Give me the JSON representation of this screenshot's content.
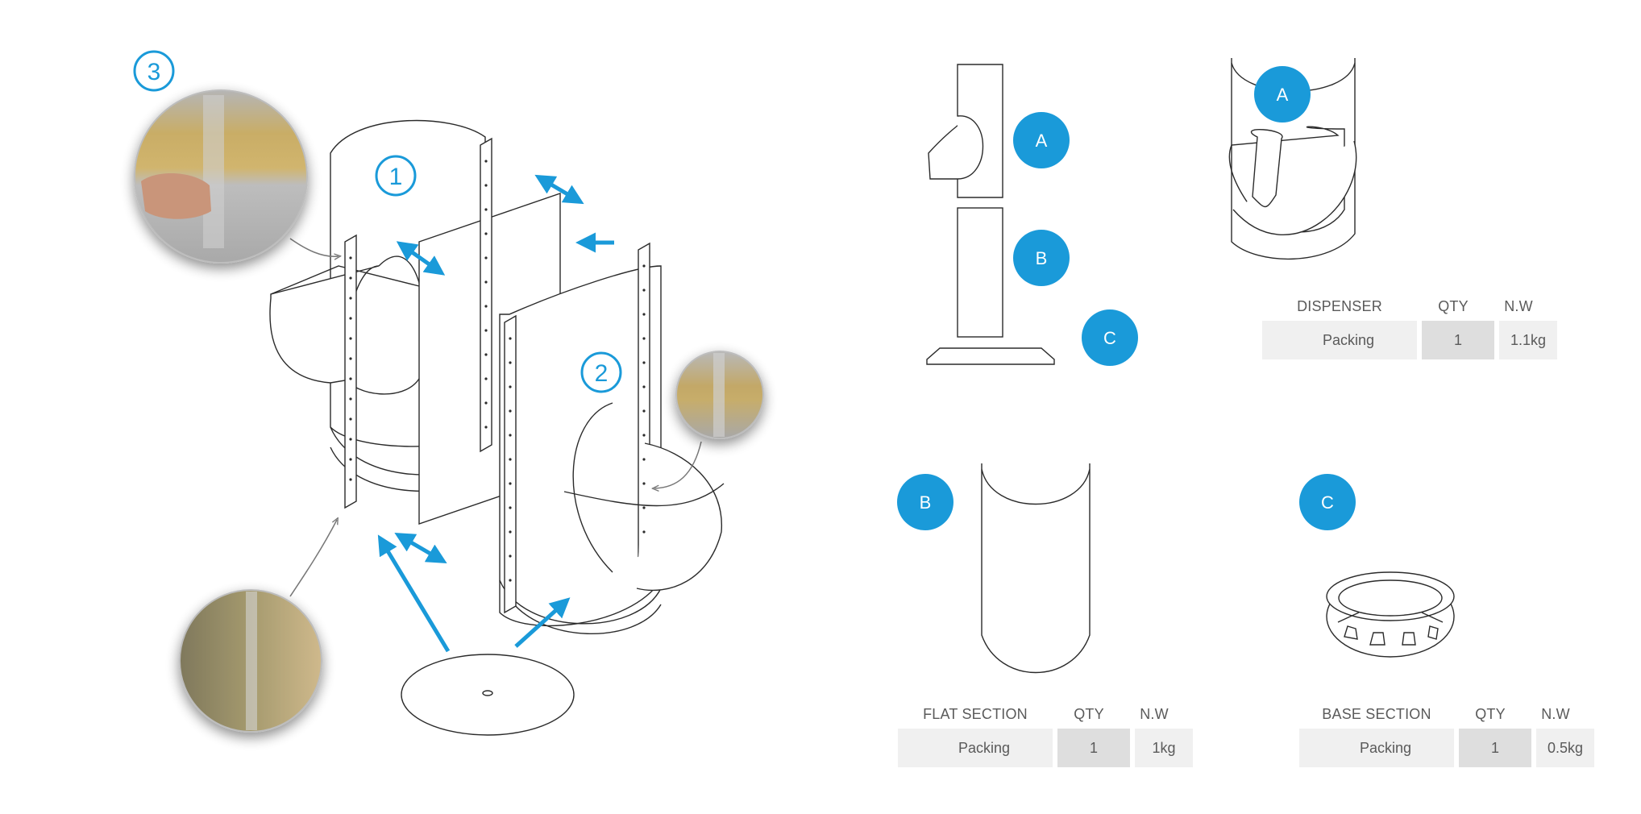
{
  "colors": {
    "accent": "#1a9ad9",
    "line": "#2b2b2b",
    "cell_light": "#f0f0f0",
    "cell_dark": "#dedede"
  },
  "assembly": {
    "step_labels": [
      "1",
      "2",
      "3"
    ]
  },
  "overview": {
    "labels": [
      "A",
      "B",
      "C"
    ]
  },
  "sections": {
    "dispenser": {
      "badge": "A",
      "header": {
        "title": "DISPENSER SECTION",
        "qty": "QTY",
        "nw": "N.W"
      },
      "row": {
        "label": "Packing",
        "qty": "1",
        "nw": "1.1kg"
      }
    },
    "flat": {
      "badge": "B",
      "header": {
        "title": "FLAT SECTION",
        "qty": "QTY",
        "nw": "N.W"
      },
      "row": {
        "label": "Packing",
        "qty": "1",
        "nw": "1kg"
      }
    },
    "base": {
      "badge": "C",
      "header": {
        "title": "BASE SECTION",
        "qty": "QTY",
        "nw": "N.W"
      },
      "row": {
        "label": "Packing",
        "qty": "1",
        "nw": "0.5kg"
      }
    }
  }
}
